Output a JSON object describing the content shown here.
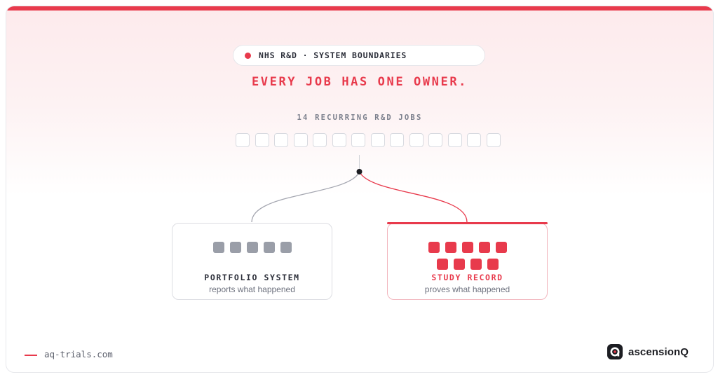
{
  "header": {
    "pill_text": "NHS R&D · SYSTEM BOUNDARIES",
    "headline": "EVERY JOB HAS ONE OWNER."
  },
  "jobs": {
    "label": "14 RECURRING R&D JOBS",
    "count": 14
  },
  "owners": [
    {
      "name": "PORTFOLIO SYSTEM",
      "subtitle": "reports what happened",
      "job_count": 5,
      "color": "#9a9ea8"
    },
    {
      "name": "STUDY RECORD",
      "subtitle": "proves what happened",
      "job_count": 9,
      "color": "#e83a4c"
    }
  ],
  "footer": {
    "url": "aq-trials.com",
    "brand": "ascensionQ"
  },
  "colors": {
    "accent": "#e83a4c",
    "neutral": "#9a9ea8",
    "text_dark": "#2c2f3a"
  }
}
